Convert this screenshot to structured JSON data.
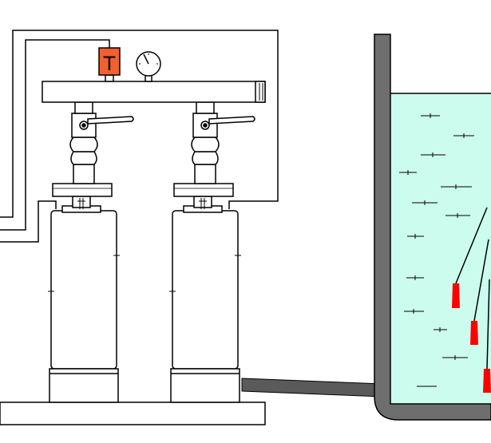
{
  "diagram": {
    "sensor_letter": "T",
    "colors": {
      "line": "#000000",
      "background": "#ffffff",
      "sensor": "#f06030",
      "water": "#ccfcee",
      "tank_wall": "#6e6e6e",
      "pipe": "#5a5a5a",
      "float_switch": "#ff0000"
    },
    "components": {
      "gauge": "pressure-gauge-icon",
      "sensor": "pressure-sensor-icon",
      "pumps": [
        "pump-1",
        "pump-2"
      ],
      "valves": [
        "valve-1",
        "valve-2"
      ],
      "float_switches": [
        "float-switch-1",
        "float-switch-2",
        "float-switch-3"
      ]
    }
  }
}
